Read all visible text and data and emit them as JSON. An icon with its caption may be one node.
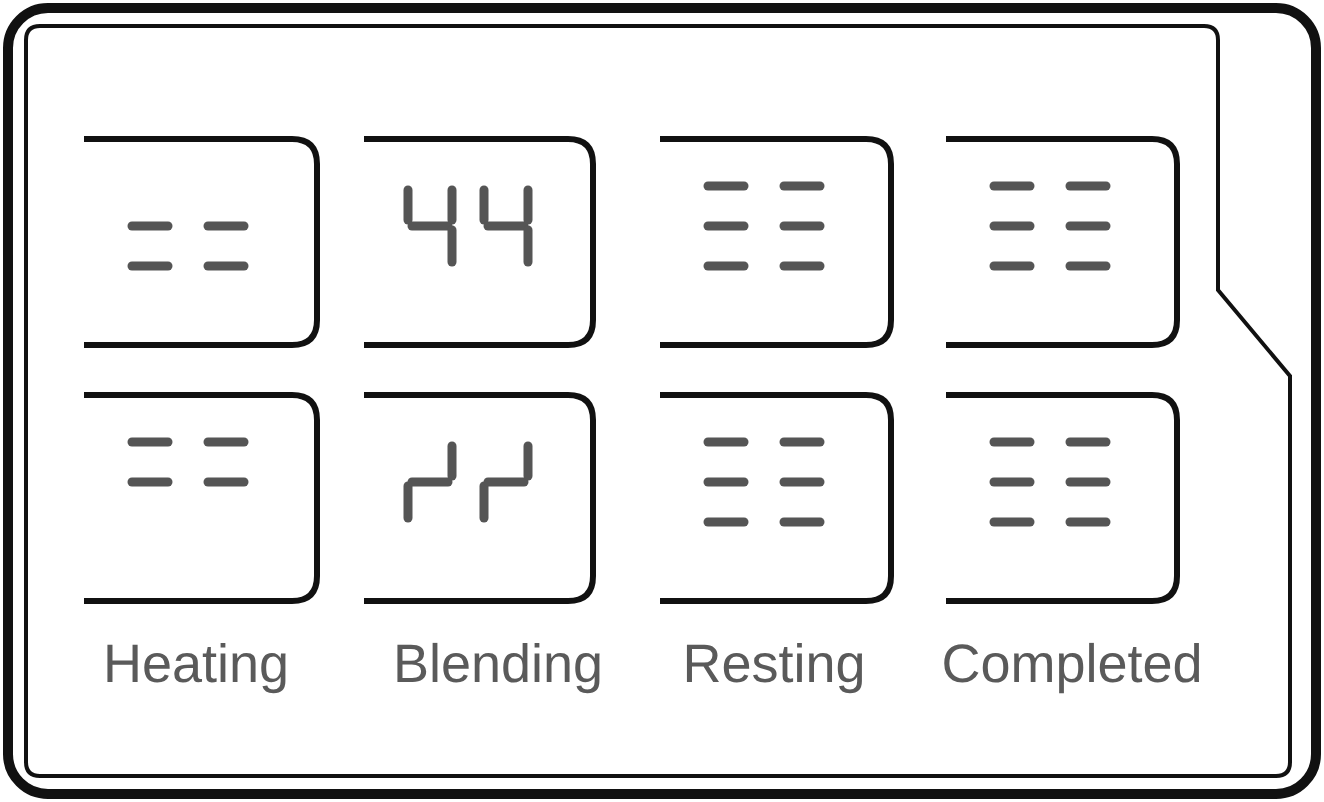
{
  "diagram": {
    "labels": [
      "Heating",
      "Blending",
      "Resting",
      "Completed"
    ]
  }
}
